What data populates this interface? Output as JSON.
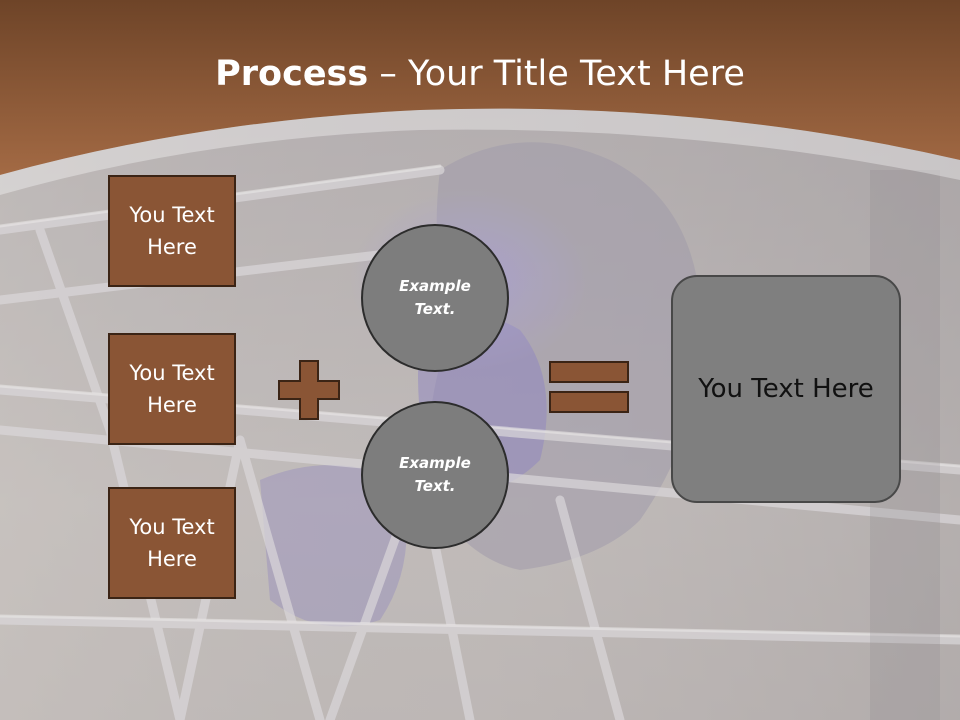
{
  "title": {
    "bold": "Process",
    "rest": " – Your Title Text Here"
  },
  "left_boxes": [
    {
      "line1": "You Text",
      "line2": "Here"
    },
    {
      "line1": "You Text",
      "line2": "Here"
    },
    {
      "line1": "You Text",
      "line2": "Here"
    }
  ],
  "circles": [
    {
      "line1": "Example",
      "line2": "Text."
    },
    {
      "line1": "Example",
      "line2": "Text."
    }
  ],
  "result": {
    "label": "You Text Here"
  },
  "colors": {
    "header_brown": "#8e5a37",
    "box_fill": "#8a5535",
    "box_border": "#3b2415",
    "circle_fill": "#7d7d7d",
    "result_fill": "#7f7f7f"
  },
  "icons": {
    "plus": "plus-icon",
    "equals": "equals-icon"
  }
}
